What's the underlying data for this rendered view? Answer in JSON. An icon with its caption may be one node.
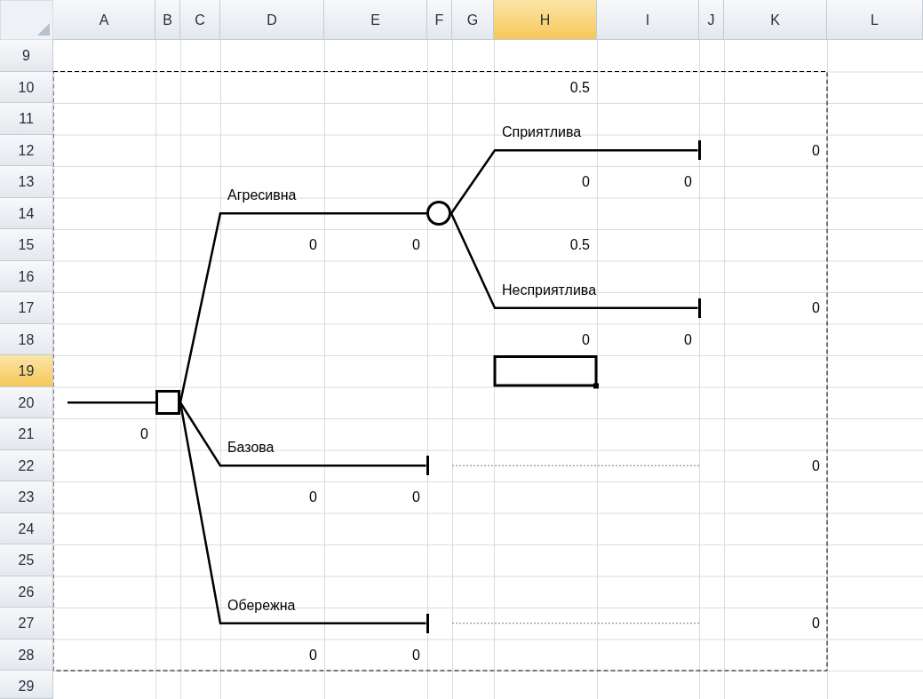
{
  "diagram": {
    "nodes": [
      {
        "text": [],
        "shape": "box"
      },
      {
        "text": [],
        "shape": "circle"
      },
      {
        "text": [],
        "shape": "bar"
      },
      {
        "text": [],
        "shape": "bar"
      },
      {
        "text": [],
        "shape": "bar"
      },
      {
        "text": [],
        "shape": "bar"
      }
    ],
    "edges": [
      {
        "from": null,
        "to": 0,
        "arrow": "none"
      },
      {
        "from": 0,
        "to": 1,
        "arrow": "none",
        "label": "Агресивна"
      },
      {
        "from": 1,
        "to": 2,
        "arrow": "none",
        "label": "Сприятлива"
      },
      {
        "from": 1,
        "to": 3,
        "arrow": "none",
        "label": "Несприятлива"
      },
      {
        "from": 0,
        "to": 4,
        "arrow": "none",
        "label": "Базова"
      },
      {
        "from": 0,
        "to": 5,
        "arrow": "none",
        "label": "Обережна"
      }
    ],
    "labels": [
      "A",
      "B",
      "C",
      "D",
      "E",
      "F",
      "G",
      "H",
      "I",
      "J",
      "K",
      "L",
      "9",
      "10",
      "0.5",
      "11",
      "12",
      "0",
      "13",
      "0",
      "0",
      "14",
      "15",
      "0",
      "0",
      "0.5",
      "16",
      "17",
      "0",
      "18",
      "0",
      "0",
      "19",
      "20",
      "21",
      "0",
      "22",
      "0",
      "23",
      "0",
      "0",
      "24",
      "25",
      "26",
      "27",
      "0",
      "28",
      "0",
      "0",
      "29"
    ]
  }
}
